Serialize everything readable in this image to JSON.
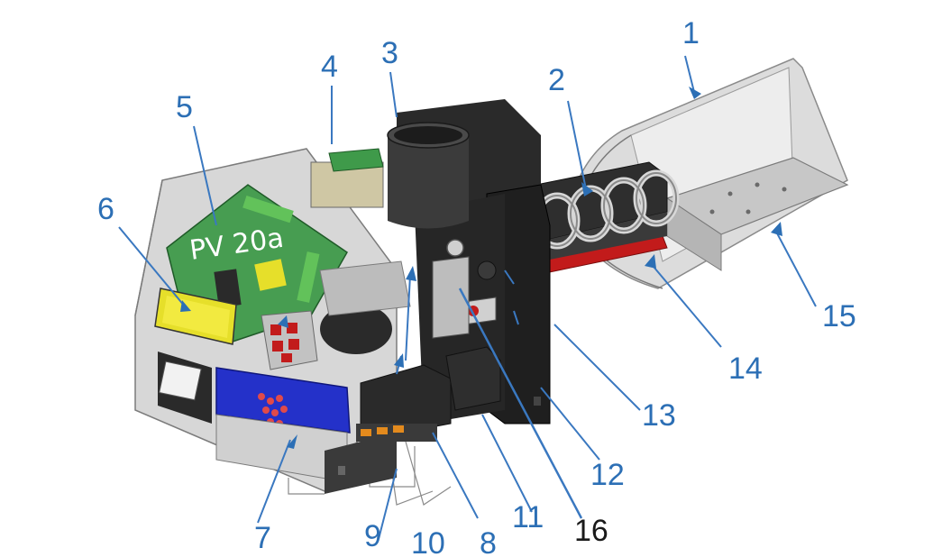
{
  "diagram": {
    "board_label": "PV 20a",
    "callouts": [
      {
        "id": "1",
        "label": "1"
      },
      {
        "id": "2",
        "label": "2"
      },
      {
        "id": "3",
        "label": "3"
      },
      {
        "id": "4",
        "label": "4"
      },
      {
        "id": "5",
        "label": "5"
      },
      {
        "id": "6",
        "label": "6"
      },
      {
        "id": "7",
        "label": "7"
      },
      {
        "id": "8",
        "label": "8"
      },
      {
        "id": "9",
        "label": "9"
      },
      {
        "id": "10",
        "label": "10"
      },
      {
        "id": "11",
        "label": "11"
      },
      {
        "id": "12",
        "label": "12"
      },
      {
        "id": "13",
        "label": "13"
      },
      {
        "id": "14",
        "label": "14"
      },
      {
        "id": "15",
        "label": "15"
      },
      {
        "id": "16",
        "label": "16"
      }
    ],
    "colors": {
      "callout_text": "#2c6fb5",
      "leader_line": "#3a78c0",
      "pcb_green": "#3f9a4a",
      "housing_gray": "#c9c9c9",
      "body_black": "#2a2a2a",
      "heater_red": "#c21b1b",
      "fan_blue": "#2431c9",
      "transformer_yellow": "#e6df2a"
    }
  }
}
